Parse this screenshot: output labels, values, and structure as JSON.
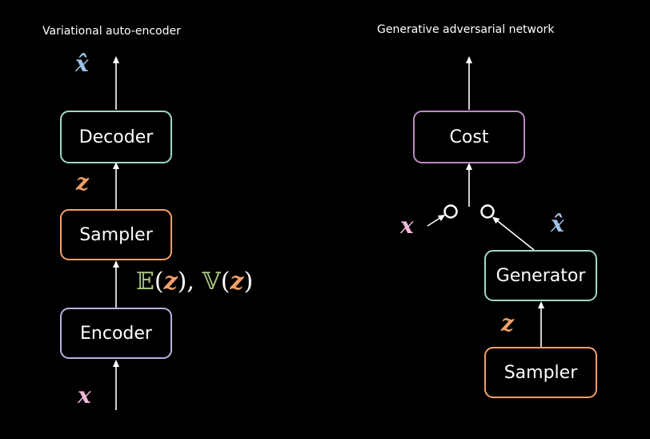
{
  "vae": {
    "title": "Variational auto-encoder",
    "decoder_label": "Decoder",
    "sampler_label": "Sampler",
    "encoder_label": "Encoder",
    "output_var": "x̂",
    "latent_var": "z",
    "input_var": "x",
    "stats": {
      "e_sym": "𝔼",
      "v_sym": "𝕍",
      "open": "(",
      "close": ")",
      "sep": "), ",
      "z": "z"
    }
  },
  "gan": {
    "title": "Generative adversarial network",
    "cost_label": "Cost",
    "generator_label": "Generator",
    "sampler_label": "Sampler",
    "real_var": "x",
    "fake_var": "x̂",
    "latent_var": "z"
  },
  "colors": {
    "background": "#000000",
    "decoder": "#9fd8c8",
    "sampler": "#f2a06a",
    "encoder": "#b7b2dc",
    "cost": "#b98cc0",
    "generator": "#9fd8c8",
    "x_pink": "#f0b8d8",
    "xhat_blue": "#9ec2e6",
    "z_orange": "#f2a06a",
    "stats_green": "#a8c77e",
    "arrow": "#ffffff"
  }
}
